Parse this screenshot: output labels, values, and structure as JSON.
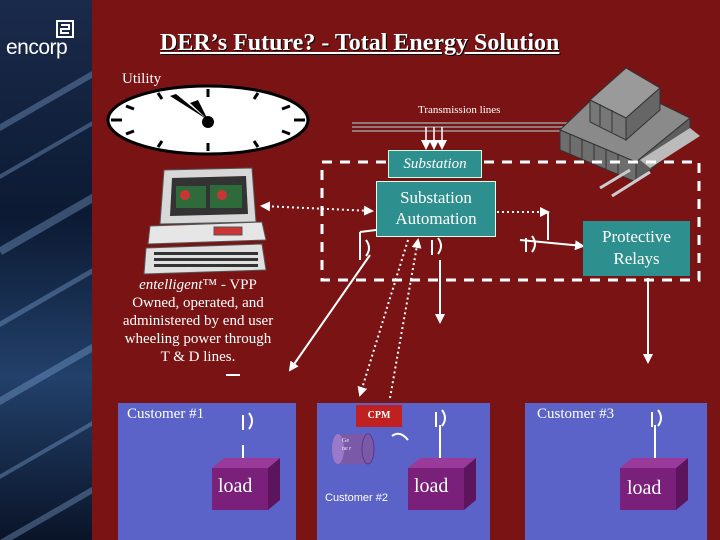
{
  "logo": {
    "text": "encorp"
  },
  "title": "DER’s Future? - Total Energy Solution",
  "labels": {
    "utility": "Utility",
    "transmission": "Transmission lines",
    "substation": "Substation",
    "substation_automation_line1": "Substation",
    "substation_automation_line2": "Automation",
    "protective_line1": "Protective",
    "protective_line2": "Relays",
    "customer1": "Customer #1",
    "customer2": "Customer #2",
    "customer3": "Customer #3",
    "cpm": "CPM",
    "generator": "Ge ne r",
    "load1": "load",
    "load2": "load",
    "load3": "load"
  },
  "entelligent": {
    "brand": "entelligent",
    "brand_suffix": "™ - VPP",
    "line2": "Owned, operated, and",
    "line3": "administered by end user",
    "line4": "wheeling power through",
    "line5": "T & D lines."
  },
  "colors": {
    "background": "#7a1414",
    "box_teal": "#2e8f8f",
    "customer_blue": "#5b63c8",
    "cpm_red": "#c02020",
    "load_purple": "#7a1f7a"
  },
  "icons": [
    "clock-icon",
    "computer-icon",
    "building-icon",
    "switch-icon",
    "generator-icon"
  ]
}
